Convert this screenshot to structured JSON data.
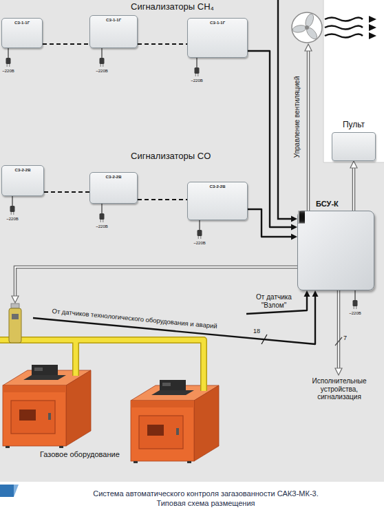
{
  "diagram": {
    "caption": "Система автоматического контроля загазованности САКЗ-МК-3. Типовая схема размещения",
    "nodes": [
      {
        "text": [
          "СЗ-1-1Г"
        ]
      },
      {
        "text": [
          "СЗ-1-1Г"
        ]
      },
      {
        "text": [
          "СЗ-1-1Г"
        ]
      },
      {
        "text": [
          "Пульт"
        ]
      },
      {
        "text": [
          "СЗ-2-2В"
        ]
      },
      {
        "text": [
          "СЗ-2-2В"
        ]
      },
      {
        "text": [
          "СЗ-2-2В"
        ]
      },
      {
        "text": [
          "БСУ-К"
        ]
      }
    ],
    "edges": [
      {
        "from": 0,
        "to": 1,
        "arrow": "none"
      },
      {
        "from": 1,
        "to": 2,
        "arrow": "none"
      },
      {
        "from": 2,
        "to": 7,
        "arrow": "to"
      },
      {
        "from": 4,
        "to": 5,
        "arrow": "none"
      },
      {
        "from": 5,
        "to": 6,
        "arrow": "none"
      },
      {
        "from": 6,
        "to": 7,
        "arrow": "to"
      },
      {
        "from": 7,
        "to": 3,
        "arrow": "to"
      }
    ],
    "labels": [
      "Сигнализаторы CH₄",
      "~220В",
      "~220В",
      "~220В",
      "Управление вентиляцией",
      "Сигнализаторы CO",
      "~220В",
      "~220В",
      "~220В",
      "От датчика \"Взлом\"",
      "От датчиков технологического оборудования и аварий",
      "18",
      "7",
      "~220В",
      "Исполнительные устройства, сигнализация",
      "Газовое оборудование"
    ]
  }
}
